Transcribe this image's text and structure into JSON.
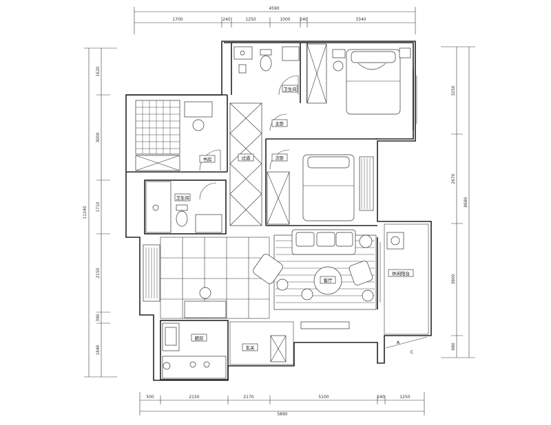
{
  "dimensions": {
    "top_total": "4590",
    "top_segments": [
      "1700",
      "240",
      "1250",
      "1000",
      "240",
      "3340"
    ],
    "bottom_total": "5890",
    "bottom_segments": [
      "500",
      "2150",
      "2170",
      "5100",
      "240",
      "1250"
    ],
    "left_total": "11240",
    "left_segments": [
      "1620",
      "3000",
      "1710",
      "2150",
      "390",
      "1840"
    ],
    "right_total": "8680",
    "right_segments": [
      "3250",
      "2670",
      "3900",
      "980"
    ]
  },
  "rooms": {
    "living": "客厅",
    "kitchen": "厨房",
    "entry": "玄关",
    "balcony": "休闲阳台",
    "corridor": "过道",
    "bedroom_1": "主卧",
    "bedroom_2": "次卧",
    "study": "书房",
    "bathroom_1": "卫生间",
    "bathroom_2": "卫生间",
    "cabinet": "衣柜"
  },
  "markers": {
    "a": "A",
    "c": "C"
  }
}
